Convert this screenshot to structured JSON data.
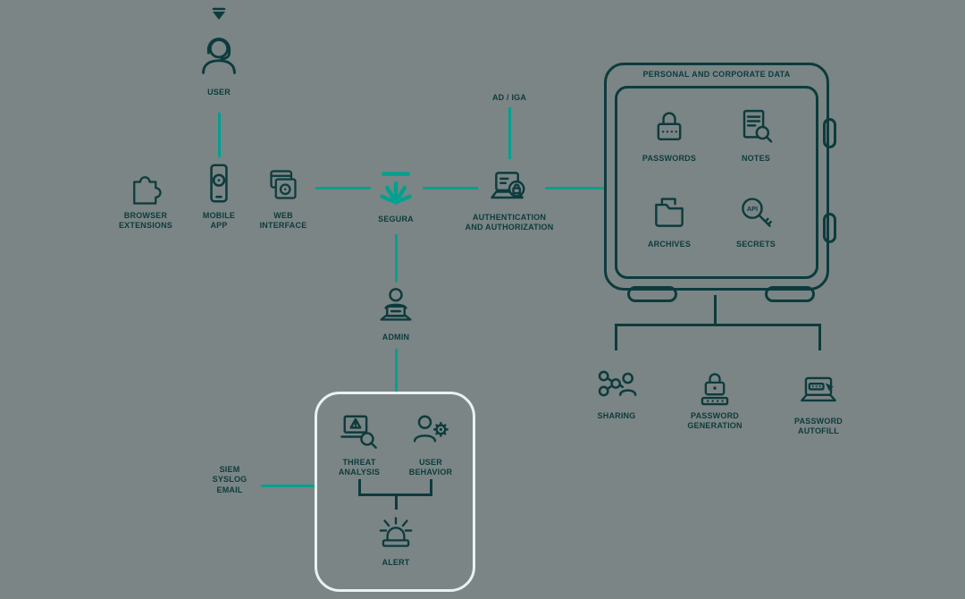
{
  "colors": {
    "accent": "#00A18F",
    "dark": "#0D3B3D",
    "background": "#7B8585",
    "box_border": "#EAF2EF"
  },
  "nodes": {
    "user": {
      "label": "USER",
      "icon": "headset-user-icon"
    },
    "browser_extensions": {
      "label": "BROWSER EXTENSIONS",
      "icon": "puzzle-icon"
    },
    "mobile_app": {
      "label": "MOBILE APP",
      "icon": "smartphone-icon"
    },
    "web_interface": {
      "label": "WEB INTERFACE",
      "icon": "browser-windows-icon"
    },
    "segura": {
      "label": "SEGURA",
      "icon": "segura-logo-icon"
    },
    "ad_iga": {
      "label": "AD / IGA"
    },
    "authentication": {
      "label": "AUTHENTICATION AND AUTHORIZATION",
      "icon": "laptop-lock-icon"
    },
    "vault": {
      "title": "PERSONAL AND CORPORATE DATA",
      "icon": "safe-vault-outline"
    },
    "passwords": {
      "label": "PASSWORDS",
      "icon": "padlock-keypad-icon"
    },
    "notes": {
      "label": "NOTES",
      "icon": "document-magnifier-icon"
    },
    "archives": {
      "label": "ARCHIVES",
      "icon": "folder-file-icon"
    },
    "secrets": {
      "label": "SECRETS",
      "api_text": "API",
      "icon": "api-key-icon"
    },
    "sharing": {
      "label": "SHARING",
      "icon": "share-network-person-icon"
    },
    "password_generation": {
      "label": "PASSWORD GENERATION",
      "icon": "padlock-dots-icon"
    },
    "password_autofill": {
      "label": "PASSWORD AUTOFILL",
      "icon": "laptop-autofill-icon"
    },
    "admin": {
      "label": "ADMIN",
      "icon": "admin-laptop-person-icon"
    },
    "threat_analysis": {
      "label": "THREAT ANALYSIS",
      "icon": "laptop-warning-magnifier-icon"
    },
    "user_behavior": {
      "label": "USER BEHAVIOR",
      "icon": "person-gear-icon"
    },
    "alert": {
      "label": "ALERT",
      "icon": "siren-icon"
    },
    "siem": {
      "label": "SIEM SYSLOG EMAIL"
    }
  }
}
